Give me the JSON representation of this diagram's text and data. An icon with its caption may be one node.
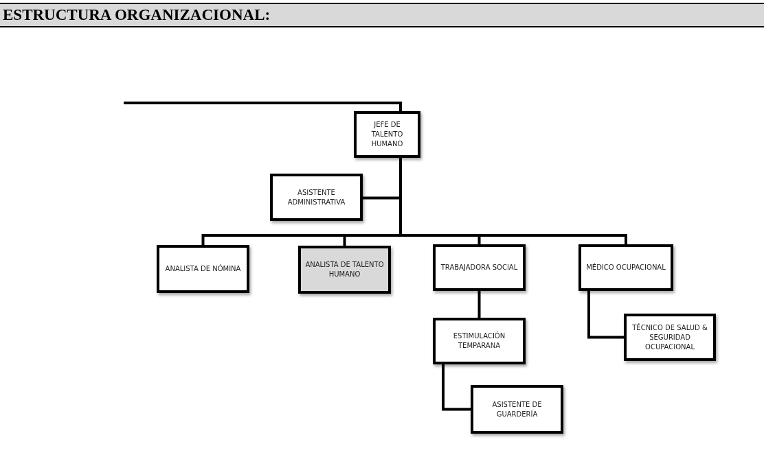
{
  "diagram": {
    "title": "ESTRUCTURA ORGANIZACIONAL:",
    "nodes": [
      {
        "text": [
          "JEFE DE TALENTO HUMANO"
        ]
      },
      {
        "text": [
          "ASISTENTE ADMINISTRATIVA"
        ]
      },
      {
        "text": [
          "ANALISTA DE NÓMINA"
        ]
      },
      {
        "text": [
          "ANALISTA DE TALENTO HUMANO"
        ]
      },
      {
        "text": [
          "TRABAJADORA SOCIAL"
        ]
      },
      {
        "text": [
          "MÉDICO OCUPACIONAL"
        ]
      },
      {
        "text": [
          "ESTIMULACIÓN TEMPARANA"
        ]
      },
      {
        "text": [
          "TÉCNICO DE SALUD & SEGURIDAD OCUPACIONAL"
        ]
      },
      {
        "text": [
          "ASISTENTE DE GUARDERÍA"
        ]
      }
    ],
    "edges": [
      {
        "from": null,
        "to": 0,
        "arrow": "none"
      },
      {
        "from": 0,
        "to": 1,
        "arrow": "none"
      },
      {
        "from": 0,
        "to": 2,
        "arrow": "none"
      },
      {
        "from": 0,
        "to": 3,
        "arrow": "none"
      },
      {
        "from": 0,
        "to": 4,
        "arrow": "none"
      },
      {
        "from": 0,
        "to": 5,
        "arrow": "none"
      },
      {
        "from": 4,
        "to": 6,
        "arrow": "none"
      },
      {
        "from": 5,
        "to": 7,
        "arrow": "none"
      },
      {
        "from": 6,
        "to": 8,
        "arrow": "none"
      }
    ]
  }
}
